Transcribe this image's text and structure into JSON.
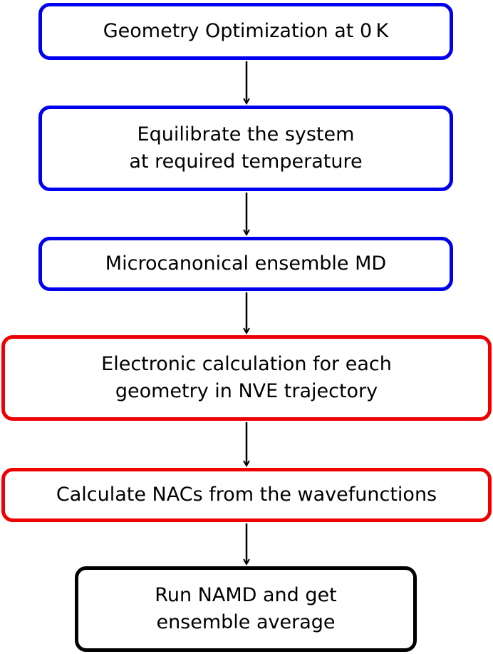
{
  "colors": {
    "blue": "#0000ee",
    "red": "#ee0000",
    "black": "#000000",
    "arrow": "#000000"
  },
  "steps": [
    {
      "lines": [
        "Geometry Optimization at 0 K"
      ],
      "color": "blue"
    },
    {
      "lines": [
        "Equilibrate the system",
        "at required temperature"
      ],
      "color": "blue"
    },
    {
      "lines": [
        "Microcanonical ensemble MD"
      ],
      "color": "blue"
    },
    {
      "lines": [
        "Electronic calculation for each",
        "geometry in NVE trajectory"
      ],
      "color": "red"
    },
    {
      "lines": [
        "Calculate NACs from the wavefunctions"
      ],
      "color": "red"
    },
    {
      "lines": [
        "Run NAMD and get",
        "ensemble average"
      ],
      "color": "black"
    }
  ]
}
